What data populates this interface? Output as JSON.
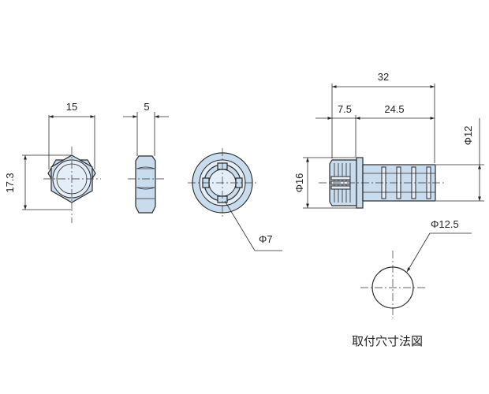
{
  "hex_nut": {
    "width_across_flats": "15",
    "height": "17.3",
    "thickness": "5"
  },
  "bushing_end_view": {
    "hole_diameter": "Φ7"
  },
  "bushing_side_view": {
    "overall_length": "32",
    "flange_length": "7.5",
    "body_length": "24.5",
    "flange_diameter": "Φ16",
    "body_diameter": "Φ12"
  },
  "mounting_hole": {
    "diameter": "Φ12.5",
    "caption": "取付穴寸法図"
  },
  "colors": {
    "part_fill": "#c9dcee",
    "line": "#2a2a2a"
  }
}
